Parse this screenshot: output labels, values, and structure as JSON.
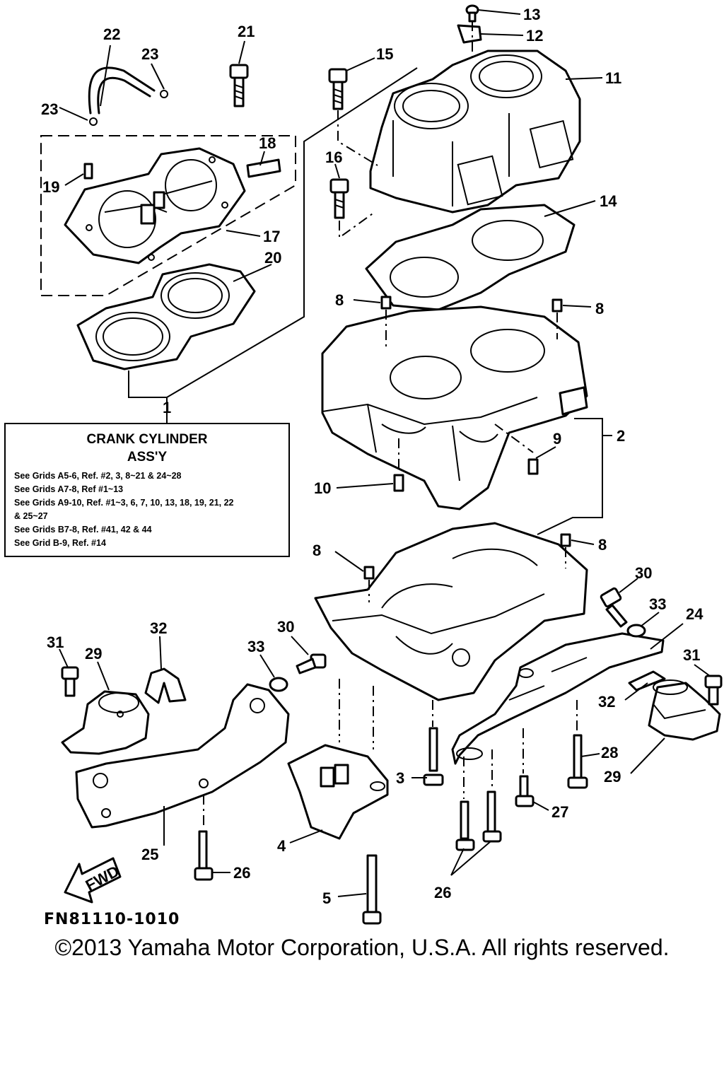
{
  "callouts": {
    "c1": "1",
    "c2": "2",
    "c3": "3",
    "c4": "4",
    "c5": "5",
    "c8a": "8",
    "c8b": "8",
    "c8c": "8",
    "c8d": "8",
    "c9": "9",
    "c10": "10",
    "c11": "11",
    "c12": "12",
    "c13": "13",
    "c14": "14",
    "c15": "15",
    "c16": "16",
    "c17": "17",
    "c18": "18",
    "c19": "19",
    "c20": "20",
    "c21": "21",
    "c22": "22",
    "c23a": "23",
    "c23b": "23",
    "c24": "24",
    "c25": "25",
    "c26a": "26",
    "c26b": "26",
    "c27": "27",
    "c28": "28",
    "c29a": "29",
    "c29b": "29",
    "c30a": "30",
    "c30b": "30",
    "c31a": "31",
    "c31b": "31",
    "c32a": "32",
    "c32b": "32",
    "c33a": "33",
    "c33b": "33"
  },
  "info_box": {
    "title_line1": "CRANK CYLINDER",
    "title_line2": "ASS'Y",
    "lines": [
      "See Grids A5-6, Ref. #2, 3, 8~21 & 24~28",
      "See Grids A7-8, Ref #1~13",
      "See Grids A9-10, Ref. #1~3, 6, 7, 10, 13, 18, 19, 21, 22",
      "& 25~27",
      "See Grids B7-8, Ref. #41, 42 & 44",
      "See Grid B-9, Ref. #14"
    ]
  },
  "fwd_label": "FWD",
  "figure_code": "FN81110-1010",
  "copyright": "©2013 Yamaha Motor Corporation, U.S.A. All rights reserved."
}
